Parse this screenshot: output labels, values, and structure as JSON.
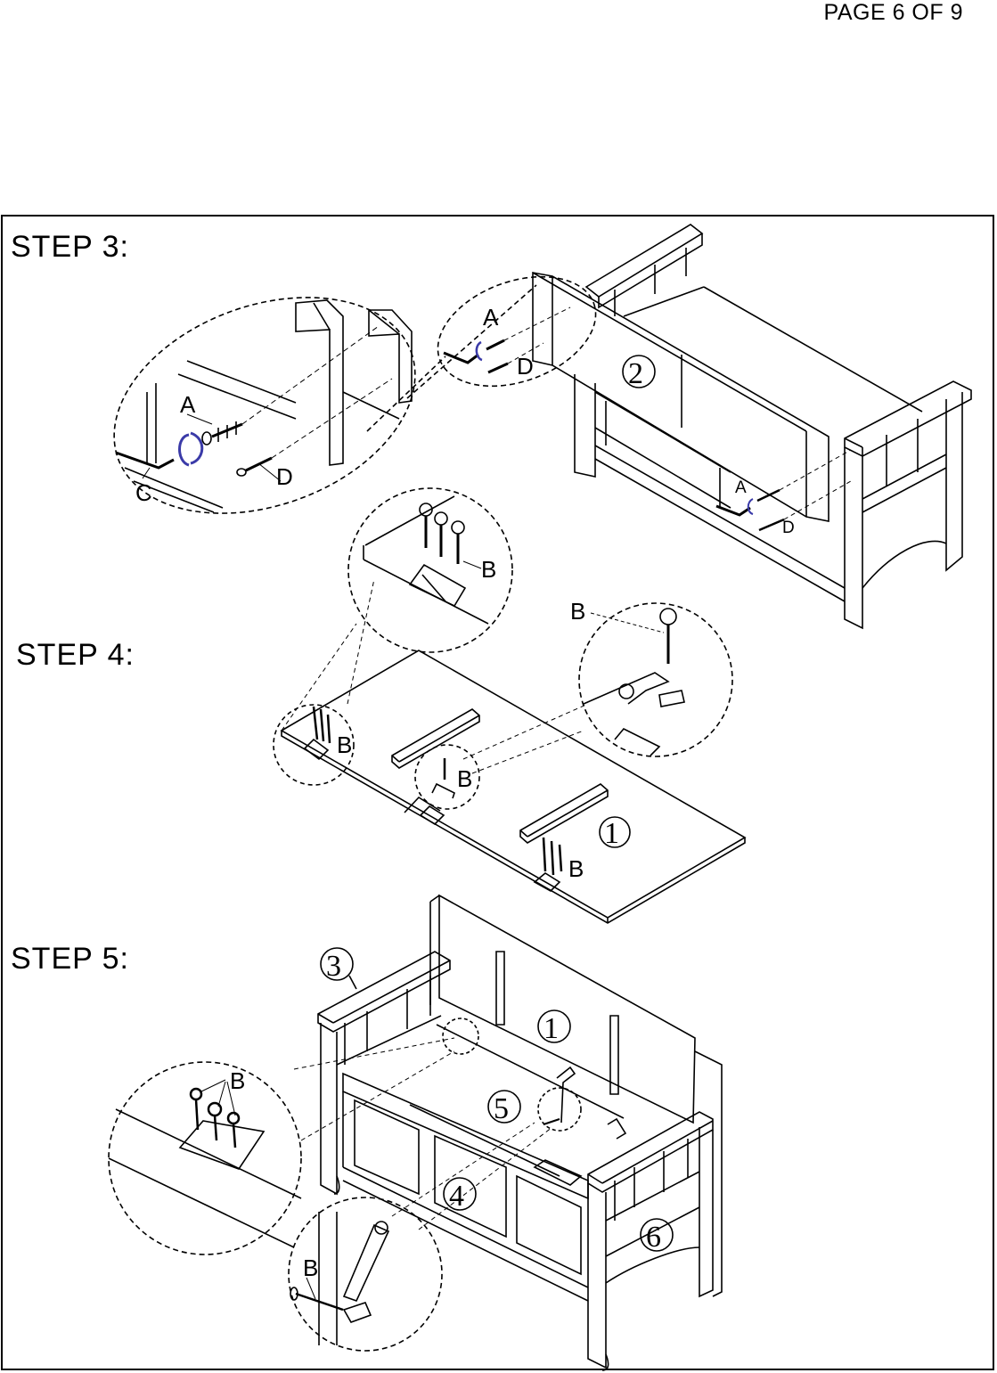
{
  "page_label": "PAGE 6 OF 9",
  "steps": [
    {
      "title": "STEP 3:"
    },
    {
      "title": "STEP 4:"
    },
    {
      "title": "STEP 5:"
    }
  ],
  "hardware_labels": {
    "a": "A",
    "b": "B",
    "c": "C",
    "d": "D"
  },
  "part_numbers": {
    "p1": "1",
    "p2": "2",
    "p3": "3",
    "p4": "4",
    "p5": "5",
    "p6": "6"
  },
  "colors": {
    "allen_key_highlight": "#3a3aa8"
  },
  "icons": [
    "screw-icon",
    "hinge-icon",
    "lid-support-icon",
    "allen-key-icon",
    "bolt-icon"
  ]
}
